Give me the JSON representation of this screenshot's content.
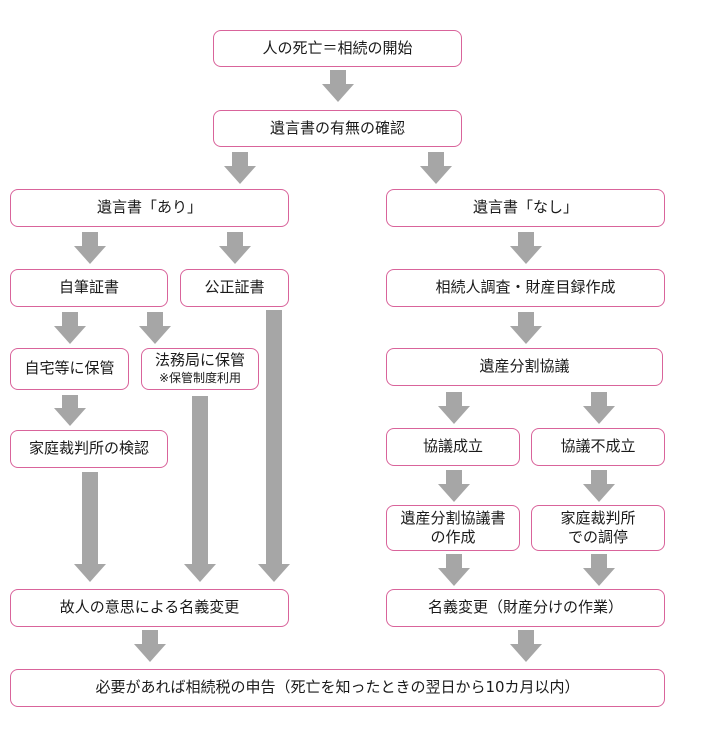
{
  "colors": {
    "box_border": "#d9649b",
    "arrow": "#a6a6a6",
    "text": "#1a1a1a"
  },
  "boxes": {
    "start": "人の死亡＝相続の開始",
    "will_check": "遺言書の有無の確認",
    "will_yes": "遺言書「あり」",
    "will_no": "遺言書「なし」",
    "holograph": "自筆証書",
    "notarial": "公正証書",
    "heir_survey": "相続人調査・財産目録作成",
    "keep_home": "自宅等に保管",
    "keep_legal_bureau": "法務局に保管",
    "keep_legal_bureau_note": "※保管制度利用",
    "division_talks": "遺産分割協議",
    "family_court_probate": "家庭裁判所の検認",
    "agreement_reached": "協議成立",
    "agreement_failed": "協議不成立",
    "division_doc_line1": "遺産分割協議書",
    "division_doc_line2": "の作成",
    "mediation_line1": "家庭裁判所",
    "mediation_line2": "での調停",
    "transfer_will": "故人の意思による名義変更",
    "transfer_division": "名義変更（財産分けの作業）",
    "tax_return": "必要があれば相続税の申告（死亡を知ったときの翌日から10カ月以内）"
  }
}
